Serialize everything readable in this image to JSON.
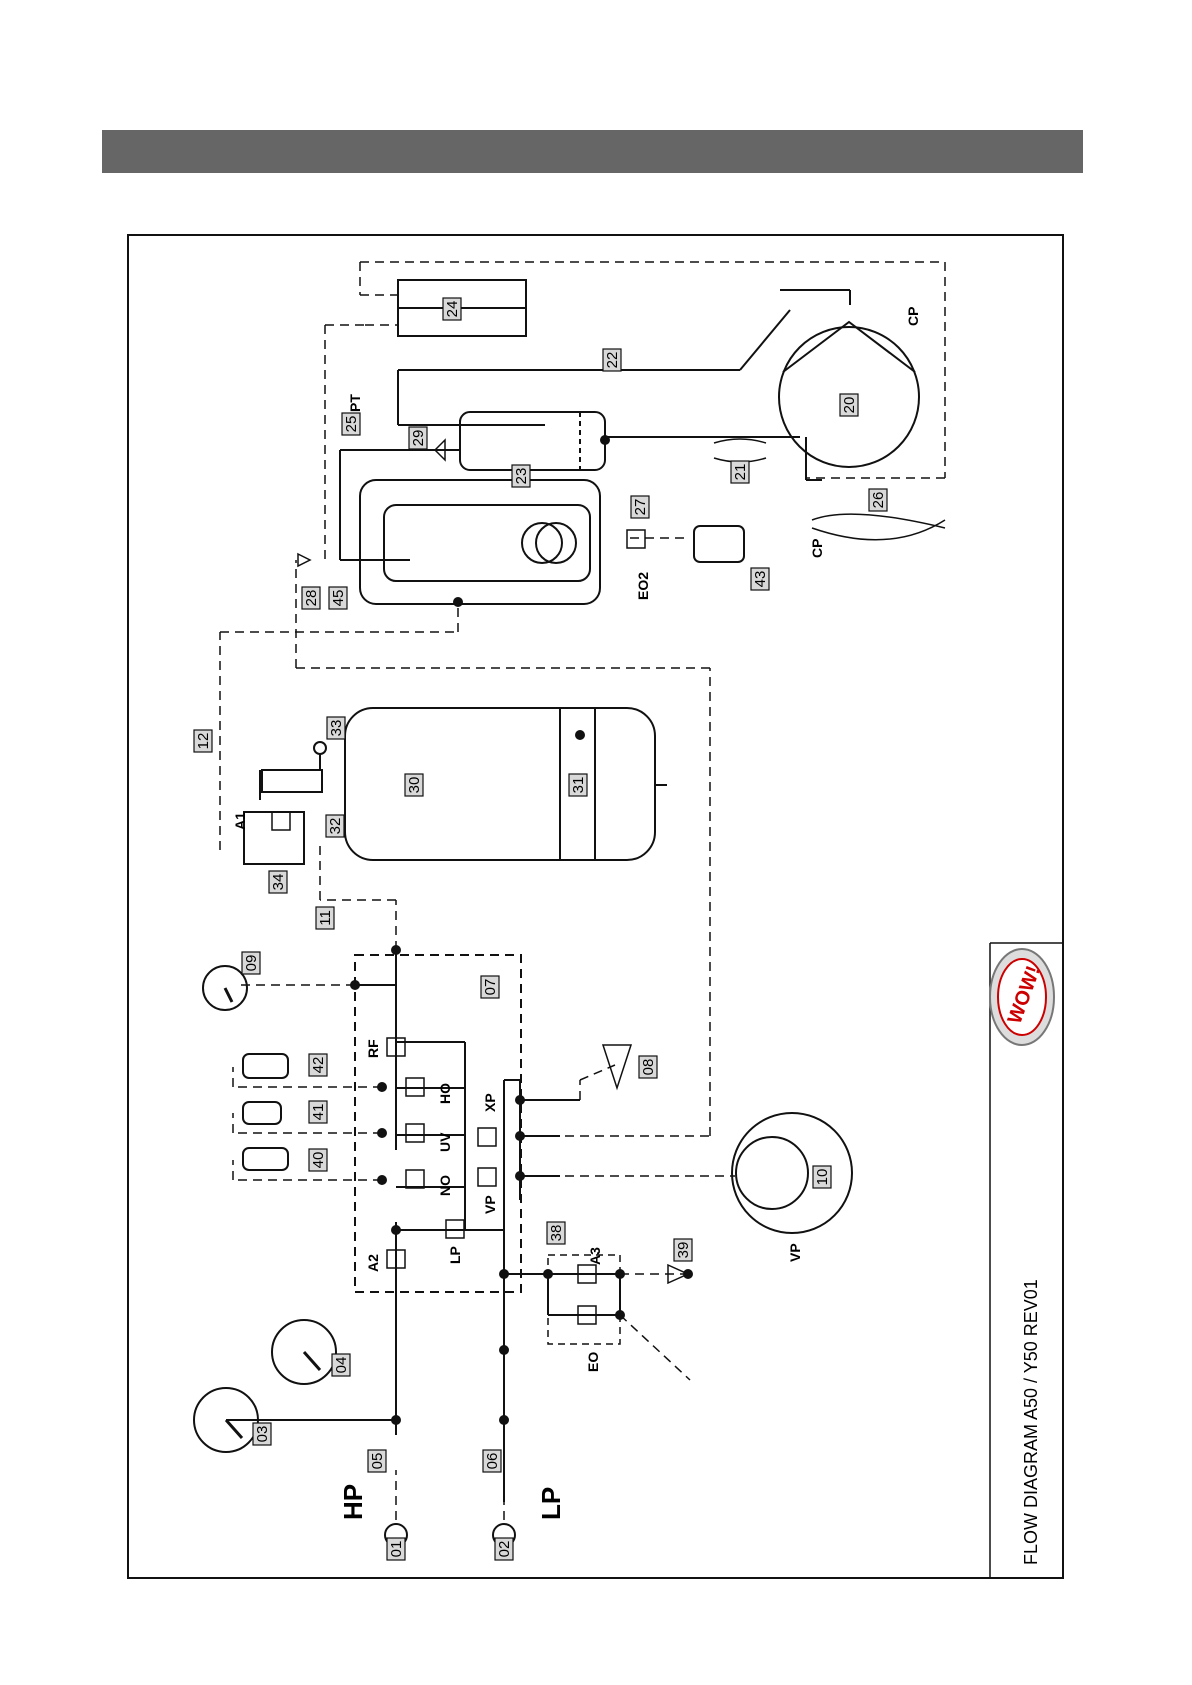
{
  "title": "FLOW DIAGRAM A50 / Y50 REV01",
  "logo": {
    "brand": "WOW!",
    "icon": "wow-logo-badge"
  },
  "colors": {
    "header_band": "#666666",
    "line": "#111111",
    "background": "#ffffff"
  },
  "ports": {
    "hp": "HP",
    "lp": "LP"
  },
  "valves": {
    "a1": "A1",
    "a2": "A2",
    "a3": "A3",
    "rf": "RF",
    "ho": "HO",
    "uv": "UV",
    "no": "NO",
    "lp": "LP",
    "vp": "VP",
    "xp": "XP",
    "eo": "EO",
    "eo2": "EO2",
    "pt": "PT"
  },
  "components": {
    "cp_compressor": "CP",
    "cp_fan": "CP",
    "vp_pump": "VP"
  },
  "part_numbers": [
    "01",
    "02",
    "03",
    "04",
    "05",
    "06",
    "07",
    "08",
    "09",
    "10",
    "11",
    "12",
    "20",
    "21",
    "22",
    "23",
    "24",
    "25",
    "26",
    "27",
    "28",
    "29",
    "30",
    "31",
    "32",
    "33",
    "34",
    "38",
    "39",
    "40",
    "41",
    "42",
    "43",
    "45"
  ]
}
